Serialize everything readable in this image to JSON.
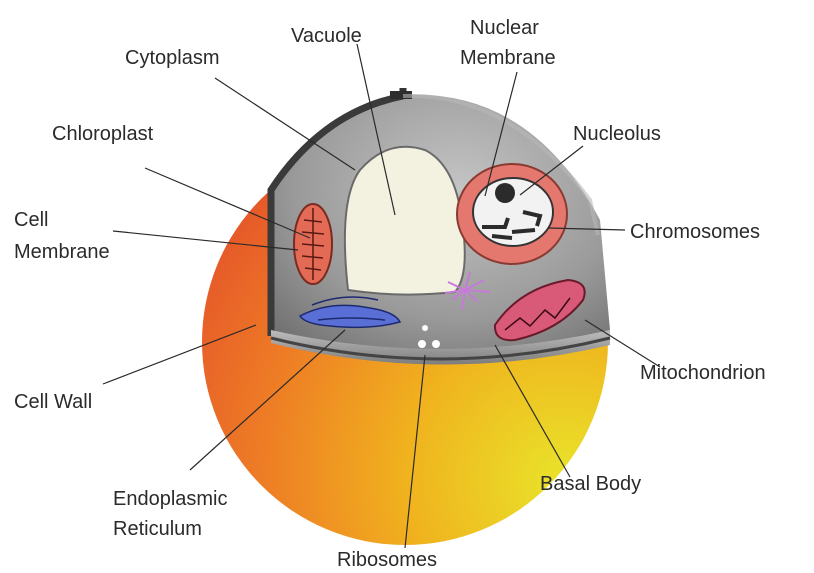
{
  "diagram": {
    "labels": {
      "vacuole": "Vacuole",
      "nuclear_membrane_1": "Nuclear",
      "nuclear_membrane_2": "Membrane",
      "cytoplasm": "Cytoplasm",
      "nucleolus": "Nucleolus",
      "chloroplast": "Chloroplast",
      "cell_membrane_1": "Cell",
      "cell_membrane_2": "Membrane",
      "chromosomes": "Chromosomes",
      "cell_wall": "Cell Wall",
      "mitochondrion": "Mitochondrion",
      "basal_body": "Basal Body",
      "endoplasmic_reticulum_1": "Endoplasmic",
      "endoplasmic_reticulum_2": "Reticulum",
      "ribosomes": "Ribosomes"
    },
    "colors": {
      "outer_red": "#e2482b",
      "outer_orange": "#f39a1e",
      "outer_yellow": "#e9e52a",
      "cytoplasm_gray": "#8e8e8e",
      "vacuole": "#f3f1df",
      "nucleus": "#e4786e",
      "chloroplast": "#e36b55",
      "er_blue": "#5a6fd6",
      "mitochondrion": "#d95a78",
      "basal_body": "#c77ad9"
    }
  }
}
